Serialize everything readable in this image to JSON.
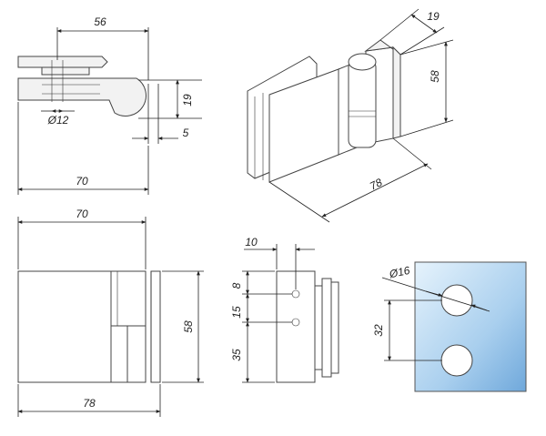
{
  "views": {
    "side": {
      "d56": "56",
      "d12": "Ø12",
      "d19": "19",
      "d5": "5",
      "d70": "70"
    },
    "iso": {
      "d19": "19",
      "d58": "58",
      "d78": "78"
    },
    "front": {
      "d70": "70",
      "d58": "58",
      "d78": "78"
    },
    "section": {
      "d10": "10",
      "d8": "8",
      "d15": "15",
      "d35": "35"
    },
    "glass": {
      "d16": "Ø16",
      "d32": "32"
    }
  },
  "colors": {
    "line": "#222222",
    "glass_light": "#dceefb",
    "glass_dark": "#7fb5e0"
  }
}
